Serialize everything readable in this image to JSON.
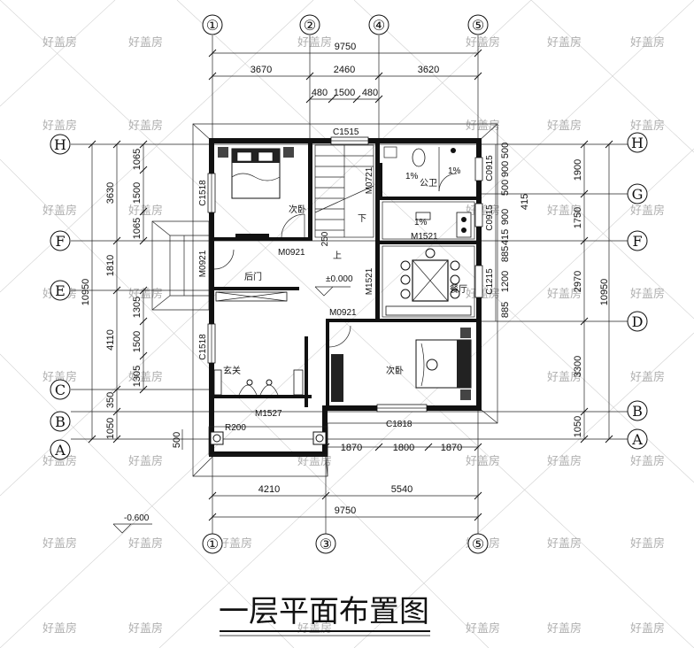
{
  "title": "一层平面布置图",
  "watermark": "好盖房",
  "axes_top": [
    "①",
    "②",
    "④",
    "⑤"
  ],
  "axes_bottom": [
    "①",
    "③",
    "⑤"
  ],
  "axes_left": [
    "H",
    "F",
    "E",
    "C",
    "B",
    "A"
  ],
  "axes_right": [
    "H",
    "G",
    "F",
    "D",
    "B",
    "A"
  ],
  "top_dims": {
    "total": "9750",
    "seg1": "3670",
    "seg2": "2460",
    "seg3": "3620",
    "stair_a": "480",
    "stair_b": "1500",
    "stair_c": "480"
  },
  "bottom_dims": {
    "total": "9750",
    "seg1": "4210",
    "seg2": "5540",
    "win_a": "1870",
    "win_b": "1800",
    "win_c": "1870"
  },
  "left_dims": {
    "total": "10950",
    "h1": "3630",
    "h2": "1810",
    "h3": "4110",
    "h4": "1050",
    "h5": "350",
    "w1": "1065",
    "w2": "1500",
    "w3": "1065",
    "w4": "1305",
    "w5": "1500",
    "w6": "1305",
    "porch": "500"
  },
  "right_dims": {
    "total": "10950",
    "r1": "1900",
    "r2": "1750",
    "r3": "2970",
    "r4": "3300",
    "r5": "1050",
    "v1": "500",
    "v2": "900",
    "v3": "500",
    "v4": "415",
    "v5": "900",
    "v6": "415",
    "v7": "885",
    "v8": "1200",
    "v9": "885"
  },
  "labels": {
    "win_top": "C1515",
    "win_left1": "C1518",
    "win_left2": "C1518",
    "win_right1": "C0915",
    "win_right2": "C0915",
    "win_right3": "C1215",
    "win_bottom": "C1818",
    "door1": "M0921",
    "door2": "M0921",
    "door3": "M0921",
    "door4": "M0721",
    "door5": "M1521",
    "door6": "M1521",
    "door_main": "M1527",
    "stair_w": "250",
    "elev": "±0.000",
    "elev_out": "-0.600",
    "r200": "R200",
    "room_bed1": "次卧",
    "room_bed2": "次卧",
    "room_backdoor": "后门",
    "room_dining": "餐厅",
    "room_entry": "玄关",
    "room_bath": "公卫",
    "up": "上",
    "down": "下",
    "slope1": "1%",
    "slope2": "1%",
    "slope3": "1%"
  }
}
